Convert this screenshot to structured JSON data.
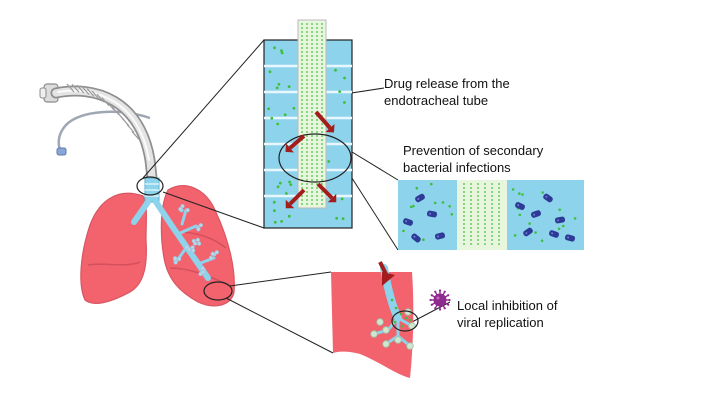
{
  "labels": {
    "drug_release": [
      "Drug release from the",
      "endotracheal tube"
    ],
    "secondary_infection": [
      "Prevention of secondary",
      "bacterial infections"
    ],
    "viral_inhibition": [
      "Local inhibition of",
      "viral replication"
    ]
  },
  "colors": {
    "lung": "#f2636e",
    "lung_dark": "#c94b57",
    "airway": "#8ed3ec",
    "airway_dark": "#5fb2cf",
    "drug_particle": "#3dbf3d",
    "tube_fill": "#e9f6de",
    "release_arrow": "#a31d1d",
    "bacteria": "#2e3b96",
    "virus": "#8f2a8f",
    "tube_gray": "#b9b9b9"
  },
  "icons": [
    "endotracheal-tube-icon",
    "lungs-icon",
    "bacteria-icon",
    "virus-icon",
    "release-arrow-icon"
  ]
}
